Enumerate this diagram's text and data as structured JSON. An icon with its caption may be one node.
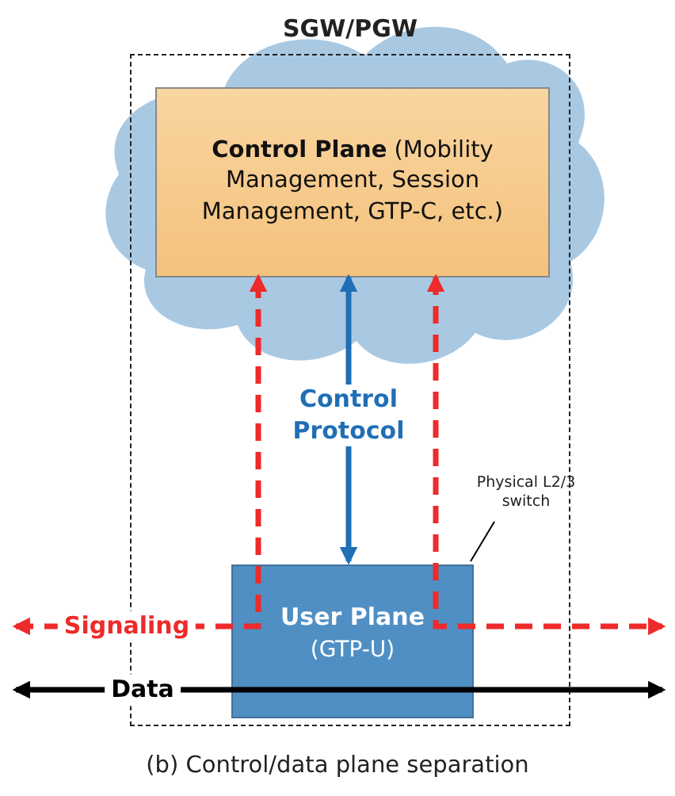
{
  "diagram": {
    "caption": "(b) Control/data plane separation",
    "nodes": [
      {
        "text": [
          "SGW/PGW"
        ]
      },
      {
        "text": [
          "**Control Plane** (Mobility Management, Session Management, GTP-C, etc.)"
        ],
        "in": 0
      },
      {
        "text": [
          "User Plane",
          "(GTP-U)"
        ],
        "in": 0
      },
      {
        "text": [
          "Physical L2/3 switch"
        ],
        "in": 0
      }
    ],
    "edges": [
      {
        "from": 1,
        "to": 2,
        "arrow": "both",
        "label": "Control Protocol",
        "color": "#1f6fb5"
      },
      {
        "from": null,
        "to": 1,
        "arrow": "both",
        "label": "Signaling",
        "style": "dashed",
        "color": "#ee2a2a"
      },
      {
        "from": 1,
        "to": null,
        "arrow": "both",
        "style": "dashed",
        "color": "#ee2a2a"
      },
      {
        "from": 2,
        "to": null,
        "arrow": "to",
        "label": "Data"
      },
      {
        "from": 2,
        "to": null,
        "arrow": "to"
      },
      {
        "from": 3,
        "to": 2,
        "arrow": "none"
      }
    ]
  }
}
